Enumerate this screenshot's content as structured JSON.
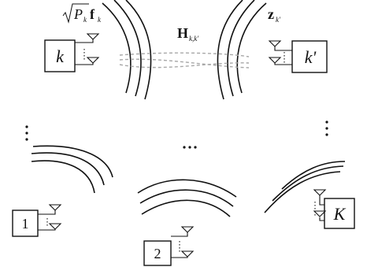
{
  "users": {
    "k": "k",
    "kprime": "k'",
    "one": "1",
    "two": "2",
    "K": "K"
  },
  "labels": {
    "tx_sqrt_var": "P",
    "tx_sqrt_sub": "k",
    "tx_vec": "f",
    "tx_vec_sub": "k",
    "channel_sym": "H",
    "channel_sub": "k,k'",
    "rx_sym": "z",
    "rx_sub": "k'"
  },
  "ellipsis_h": "...",
  "ellipsis_v": "⋮"
}
